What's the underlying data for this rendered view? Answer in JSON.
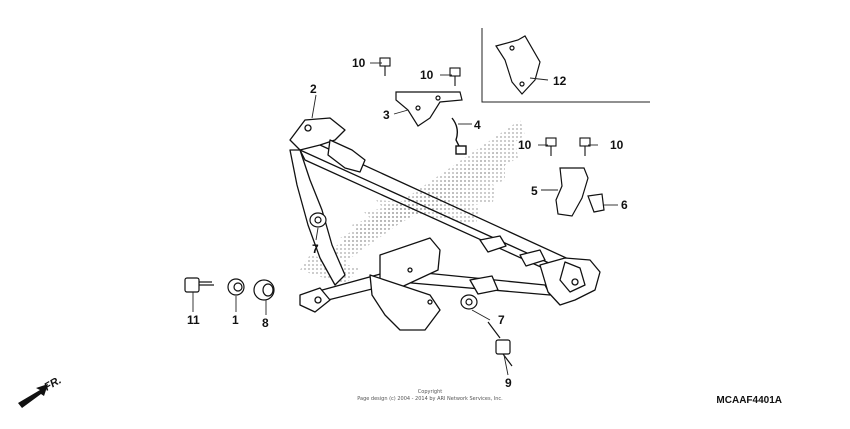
{
  "callouts": {
    "c10a": "10",
    "c10b": "10",
    "c10c": "10",
    "c10d": "10",
    "c2": "2",
    "c3": "3",
    "c4": "4",
    "c5": "5",
    "c6": "6",
    "c7a": "7",
    "c7b": "7",
    "c12": "12",
    "c11": "11",
    "c1": "1",
    "c8": "8",
    "c9": "9"
  },
  "footer": {
    "line1": "Copyright",
    "line2": "Page design (c) 2004 - 2014 by ARI Network Services, Inc."
  },
  "diagram_code": "MCAAF4401A",
  "direction_label": "FR."
}
